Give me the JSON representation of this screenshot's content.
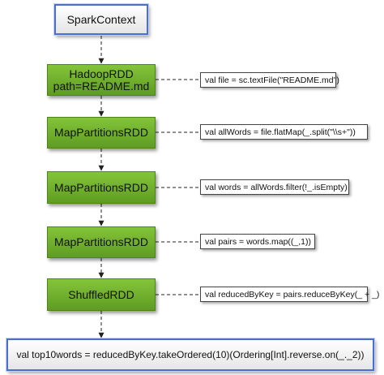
{
  "spark_context": "SparkContext",
  "rdds": [
    {
      "name": "HadoopRDD",
      "sub": "path=README.md",
      "code": "val file = sc.textFile(\"README.md\")"
    },
    {
      "name": "MapPartitionsRDD",
      "code": "val allWords = file.flatMap(_.split(\"\\\\s+\"))"
    },
    {
      "name": "MapPartitionsRDD",
      "code": "val words = allWords.filter(!_.isEmpty)"
    },
    {
      "name": "MapPartitionsRDD",
      "code": "val pairs = words.map((_,1))"
    },
    {
      "name": "ShuffledRDD",
      "code": "val reducedByKey = pairs.reduceByKey(_ + _)"
    }
  ],
  "final_action": "val top10words = reducedByKey.takeOrdered(10)(Ordering[Int].reverse.on(_._2))",
  "colors": {
    "rdd_fill": "#6fae2c",
    "context_border": "#4a6fd0",
    "note_border": "#444444"
  }
}
